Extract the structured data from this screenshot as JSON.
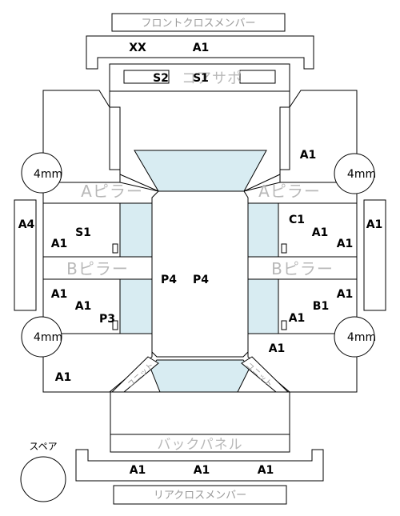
{
  "colors": {
    "stroke": "#000000",
    "glass": "#d8ecf2",
    "label_gray": "#999999"
  },
  "labels": {
    "front_cross_member": "フロントクロスメンバー",
    "rear_cross_member": "リアクロスメンバー",
    "core_support": "コアサポ",
    "a_pillar": "Aピラー",
    "b_pillar": "Bピラー",
    "back_panel": "バックパネル",
    "spare": "スペア",
    "mm_4": "4mm",
    "unit_left": "ユニット",
    "unit_right": "ユニット"
  },
  "codes": {
    "front_xx": "XX",
    "front_a1": "A1",
    "core_s2": "S2",
    "core_s1": "S1",
    "right_top_a1": "A1",
    "left_side_a4": "A4",
    "right_side_a1": "A1",
    "left_s1": "S1",
    "left_a1_top": "A1",
    "right_c1": "C1",
    "right_a1_top1": "A1",
    "right_a1_top2": "A1",
    "center_p4_left": "P4",
    "center_p4_right": "P4",
    "left_a1_b1": "A1",
    "left_a1_b2": "A1",
    "left_p3": "P3",
    "right_a1_b1": "A1",
    "right_b1": "B1",
    "right_a1_b2": "A1",
    "right_a1_bottom": "A1",
    "left_a1_bottom": "A1",
    "rear_a1_1": "A1",
    "rear_a1_2": "A1",
    "rear_a1_3": "A1"
  }
}
